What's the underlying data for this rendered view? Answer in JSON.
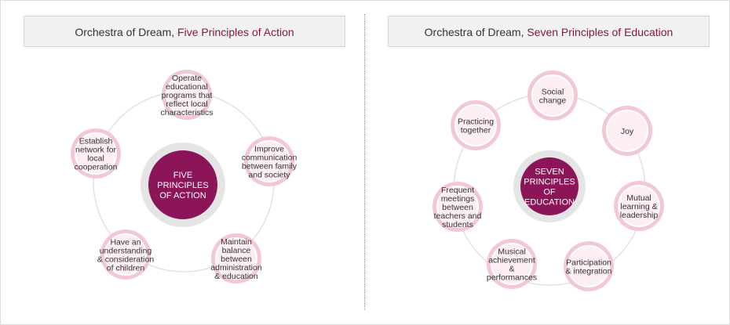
{
  "colors": {
    "accent": "#8c1446",
    "center_fill": "#8c1459",
    "center_halo": "#e5e5e5",
    "node_outer": "#f2c9d2",
    "node_inner": "#fdeef1",
    "ring": "#e2e2e2",
    "panel_bg": "#f1f1f1"
  },
  "panels": [
    {
      "title_prefix": "Orchestra of Dream, ",
      "title_accent": "Five Principles of Action",
      "center_lines": [
        "FIVE",
        "PRINCIPLES",
        "OF ACTION"
      ],
      "nodes": [
        {
          "lines": [
            "Operate",
            "educational",
            "programs that",
            "reflect local",
            "characteristics"
          ]
        },
        {
          "lines": [
            "Improve",
            "communication",
            "between family",
            "and society"
          ]
        },
        {
          "lines": [
            "Maintain",
            "balance",
            "between",
            "administration",
            "& education"
          ]
        },
        {
          "lines": [
            "Have an",
            "understanding",
            "& consideration",
            "of children"
          ]
        },
        {
          "lines": [
            "Establish",
            "network for",
            "local",
            "cooperation"
          ]
        }
      ]
    },
    {
      "title_prefix": "Orchestra of Dream, ",
      "title_accent": "Seven Principles of Education",
      "center_lines": [
        "SEVEN",
        "PRINCIPLES",
        "OF",
        "EDUCATION"
      ],
      "nodes": [
        {
          "lines": [
            "Social",
            "change"
          ]
        },
        {
          "lines": [
            "Joy"
          ]
        },
        {
          "lines": [
            "Mutual",
            "learning &",
            "leadership"
          ]
        },
        {
          "lines": [
            "Participation",
            "& integration"
          ]
        },
        {
          "lines": [
            "Musical",
            "achievement",
            "&",
            "performances"
          ]
        },
        {
          "lines": [
            "Frequent",
            "meetings",
            "between",
            "teachers and",
            "students"
          ]
        },
        {
          "lines": [
            "Practicing",
            "together"
          ]
        }
      ]
    }
  ]
}
